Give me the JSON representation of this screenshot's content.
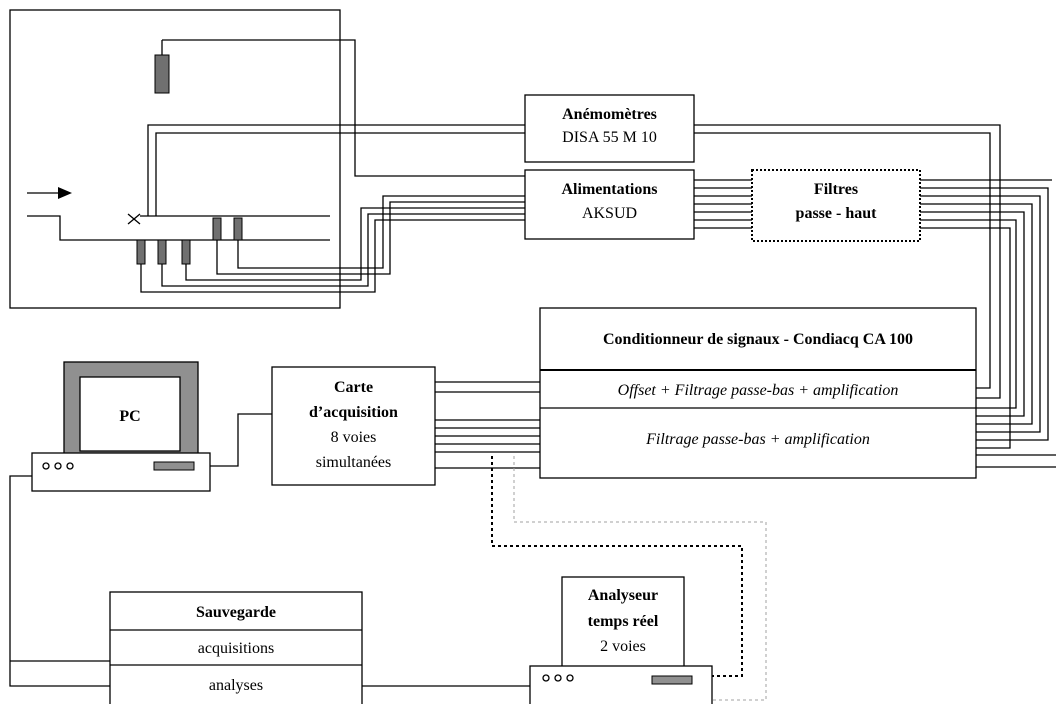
{
  "anemometres": {
    "title": "Anémomètres",
    "model": "DISA 55 M 10"
  },
  "alimentations": {
    "title": "Alimentations",
    "model": "AKSUD"
  },
  "filtres": {
    "line1": "Filtres",
    "line2": "passe - haut"
  },
  "conditionneur": {
    "title": "Conditionneur de signaux - Condiacq CA 100",
    "row1": "Offset + Filtrage passe-bas + amplification",
    "row2": "Filtrage passe-bas + amplification"
  },
  "carte": {
    "line1": "Carte",
    "line2": "d’acquisition",
    "line3": "8 voies",
    "line4": "simultanées"
  },
  "pc": {
    "label": "PC"
  },
  "sauvegarde": {
    "title": "Sauvegarde",
    "row1": "acquisitions",
    "row2": "analyses"
  },
  "analyseur": {
    "line1": "Analyseur",
    "line2": "temps réel",
    "line3": "2 voies"
  },
  "colors": {
    "probe": "#707070",
    "monitor_frame": "#909090",
    "dotted_grey": "#a0a0a0"
  }
}
